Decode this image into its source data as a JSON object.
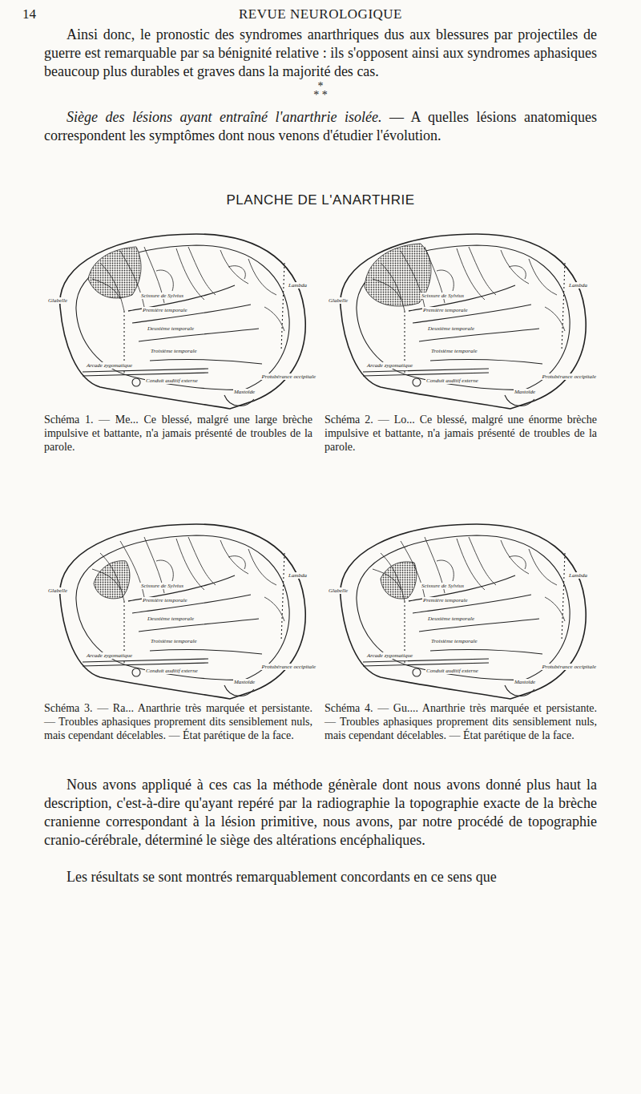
{
  "diagram": {
    "title": "PLANCHE DE L'ANARTHRIE",
    "labels": [
      "14",
      "REVUE NEUROLOGIQUE",
      "Ainsi donc, le pronostic des syndromes anarthriques dus aux blessures par projectiles de guerre est remarquable par sa bénignité relative : ils s'opposent ainsi aux syndromes aphasiques beaucoup plus durables et graves dans la majorité des cas.",
      "*",
      "* *",
      "Siège des lésions ayant entraîné l'anarthrie isolée.",
      "— A quelles lésions anatomiques correspondent les symptômes dont nous venons d'étudier l'évolution.",
      "Schéma 1. — Me... Ce blessé, malgré une large brèche impulsive et battante, n'a jamais présenté de troubles de la parole.",
      "Schéma 2. — Lo... Ce blessé, malgré une énorme brèche impulsive et battante, n'a jamais présenté de troubles de la parole.",
      "Schéma 3. — Ra... Anarthrie très marquée et persistante. — Troubles aphasiques proprement dits sensiblement nuls, mais cependant décelables. — État parétique de la face.",
      "Schéma 4. — Gu.... Anarthrie très marquée et persistante. — Troubles aphasiques proprement dits sensiblement nuls, mais cependant décelables. — État parétique de la face.",
      "Nous avons appliqué à ces cas la méthode génèrale dont nous avons donné plus haut la description, c'est-à-dire qu'ayant repéré par la radiographie la topographie exacte de la brèche cranienne correspondant à la lésion primitive, nous avons, par notre procédé de topographie cranio-cérébrale, déterminé le siège des altérations encéphaliques.",
      "Les résultats se sont montrés remarquablement concordants en ce sens que",
      "Glabelle",
      "Scissure de Sylvius",
      "Première temporale",
      "Deuxième temporale",
      "Troisième temporale",
      "Arcade zygomatique",
      "Conduit auditif externe",
      "Mastoïde",
      "Lambda",
      "Protubérance occipitale",
      "Glabelle",
      "Scissure de Sylvius",
      "Première temporale",
      "Deuxième temporale",
      "Troisième temporale",
      "Arcade zygomatique",
      "Conduit auditif externe",
      "Mastoïde",
      "Lambda",
      "Protubérance occipitale",
      "Glabelle",
      "Scissure de Sylvius",
      "Première temporale",
      "Deuxième temporale",
      "Troisième temporale",
      "Arcade zygomatique",
      "Conduit auditif externe",
      "Mastoïde",
      "Lambda",
      "Protubérance occipitale",
      "Glabelle",
      "Scissure de Sylvius",
      "Première temporale",
      "Deuxième temporale",
      "Troisième temporale",
      "Arcade zygomatique",
      "Conduit auditif externe",
      "Mastoïde",
      "Lambda",
      "Protubérance occipitale"
    ]
  }
}
